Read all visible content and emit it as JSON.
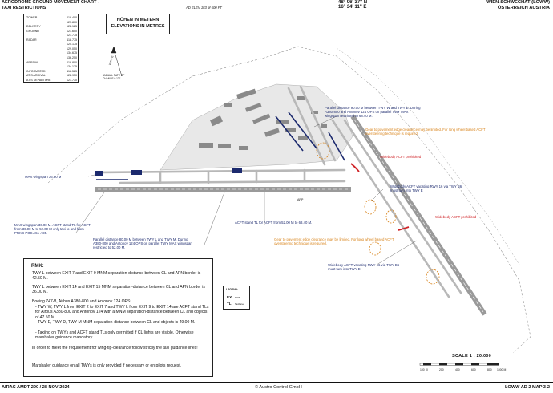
{
  "header": {
    "title": "AERODROME GROUND MOVEMENT CHART -",
    "subtitle": "TAXI RESTRICTIONS",
    "elevation": "AD ELEV 183 M 600 FT",
    "lat": "48° 06' 37'' N",
    "lon": "16° 34' 11'' E",
    "airport": "WIEN-SCHWECHAT (LOWW)",
    "country": "ÖSTERREICH  AUSTRIA"
  },
  "frequencies": [
    {
      "name": "TOWER",
      "value": "118.400"
    },
    {
      "name": "",
      "value": "123.800"
    },
    {
      "name": "DELIVERY",
      "value": "122.125"
    },
    {
      "name": "GROUND",
      "value": "121.600"
    },
    {
      "name": "",
      "value": "121.775"
    },
    {
      "name": "RADAR",
      "value": "118.775"
    },
    {
      "name": "",
      "value": "125.175"
    },
    {
      "name": "",
      "value": "129.050"
    },
    {
      "name": "",
      "value": "134.675"
    },
    {
      "name": "",
      "value": "136.250"
    },
    {
      "name": "ARRIVAL",
      "value": "118.800"
    },
    {
      "name": "",
      "value": "134.125"
    },
    {
      "name": "INFORMATION",
      "value": "118.525"
    },
    {
      "name": "ATIS ARRIVAL",
      "value": "122.950"
    },
    {
      "name": "ATIS DEPARTURE",
      "value": "121.730"
    }
  ],
  "elevation_box": {
    "line1": "HÖHEN IN METERN",
    "line2": "ELEVATIONS IN METRES"
  },
  "map_labels": {
    "magnetic_var": "ANNUAL RATE OF CHANGE 0.1°E",
    "north": "VAR 5°E",
    "parallel_we": "Parallel distance 90.00 M between TWY W and TWY E. During A380-800 and Antonov 124 OPS on parallel TWY MAX wingspan restricted to 68.40 M.",
    "gear_1": "Gear to pavement edge clearance may be limited. For long wheel based ACFT oversteering technique is required.",
    "widebody_1": "Widebody ACFT prohibited",
    "widebody_vacate_1": "Widebody ACFT vacating RWY 16 via TWY B6 must turn into TWY E",
    "maxwing_36_top": "MAX wingspan 36.00 M",
    "widebody_2": "Widebody ACFT prohibited",
    "arp": "ARP",
    "acft_stand_tl": "ACFT stand TL for ACFT from 52.00 M to 68.40 M.",
    "gear_2": "Gear to pavement edge clearance may be limited. For long wheel based ACFT oversteering technique is required.",
    "maxwing_36_left": "MAX wingspan 36.00 M. ACFT stand TL for ACFT from 36.00 M to 52.00 M only taxi to and from PRKG POS A51-A95.",
    "parallel_lm": "Parallel distance 80.00 M between TWY L and TWY M. During A380-800 and Antonov 124 OPS on parallel TWY MAX wingspan restricted to 52.00 M.",
    "widebody_vacate_2": "Widebody ACFT vacating RWY 16 via TWY B6 must turn into TWY E"
  },
  "remarks": {
    "title": "RMK:",
    "p1": "TWY L between EXIT 7 and EXIT 9 MNM separation-distance between CL and APN border is 42.50 M.",
    "p2": "TWY L between EXIT 14 and EXIT 15 MNM separation-distance between CL and APN border is 36.00 M.",
    "p3": "Boeing 747-8, Airbus A380-800 and Antonov 124 OPS:",
    "b1": "- TWY W, TWY L from EXIT 2 to EXIT 7 and TWY L from EXIT 9 to EXIT 14 are ACFT stand TLs for Airbus A380-800 and Antonov 124 with a MNM separation-distance between CL and objects of 47.50 M.",
    "b2": "- TWY E, TWY D, TWY M MNM separation-distance between CL and objects is 49.00 M.",
    "b3": "- Taxiing on TWYs and ACFT stand TLs only permitted if CL lights are visible. Otherwise marshaller guidance mandatory.",
    "p4": "In order to meet the requirement for wing-tip-clearance follow strictly the taxi guidance lines!",
    "p5": "Marshaller guidance on all TWYs is only provided if necessary or on pilots request."
  },
  "legend": {
    "title": "LEGEND:",
    "ex_key": "EX",
    "ex_desc": "EXIT",
    "tl_key": "TL",
    "tl_desc": "Taxilane"
  },
  "scale": {
    "label": "SCALE  1 : 20.000",
    "ticks": [
      "100",
      "0",
      "200",
      "400",
      "600",
      "800",
      "1000 M"
    ]
  },
  "footer": {
    "amdt": "AIRAC AMDT 290 / 28 NOV 2024",
    "copyright": "© Austro Control GmbH",
    "page": "LOWW AD 2 MAP 3-2"
  },
  "colors": {
    "navy": "#1c2a6e",
    "orange": "#d8831a",
    "red": "#cf2226",
    "pavement": "#cfcfcf",
    "building": "#8a8a8a"
  }
}
